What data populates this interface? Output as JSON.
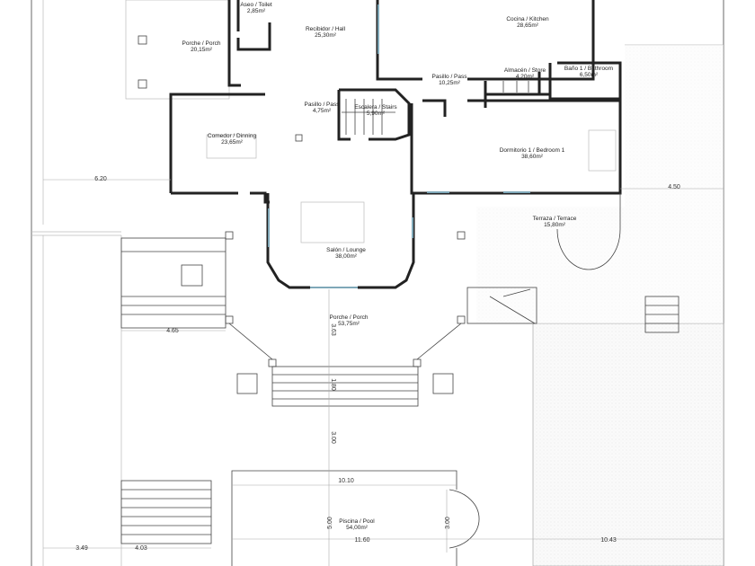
{
  "rooms": [
    {
      "id": "toilet",
      "name": "Aseo / Toilet",
      "area": "2,85m²"
    },
    {
      "id": "hall",
      "name": "Recibidor / Hall",
      "area": "25,30m²"
    },
    {
      "id": "kitchen",
      "name": "Cocina / Kitchen",
      "area": "28,65m²"
    },
    {
      "id": "porch-front",
      "name": "Porche / Porch",
      "area": "20,15m²"
    },
    {
      "id": "pass",
      "name": "Pasillo / Pass",
      "area": "10,25m²"
    },
    {
      "id": "store",
      "name": "Almacén / Store",
      "area": "4,20m²"
    },
    {
      "id": "bathroom",
      "name": "Baño 1 / Bathroom",
      "area": "6,50m²"
    },
    {
      "id": "pass-2",
      "name": "Pasillo / Pass",
      "area": "4,75m²"
    },
    {
      "id": "stairs",
      "name": "Escalera / Stairs",
      "area": "5,90m²"
    },
    {
      "id": "dining",
      "name": "Comedor / Dinning",
      "area": "23,65m²"
    },
    {
      "id": "bedroom",
      "name": "Dormitorio 1 / Bedroom 1",
      "area": "38,60m²"
    },
    {
      "id": "terrace",
      "name": "Terraza / Terrace",
      "area": "15,80m²"
    },
    {
      "id": "lounge",
      "name": "Salón / Lounge",
      "area": "38,00m²"
    },
    {
      "id": "porch-back",
      "name": "Porche / Porch",
      "area": "53,75m²"
    },
    {
      "id": "pool",
      "name": "Piscina / Pool",
      "area": "54,00m²"
    }
  ],
  "dimensions": {
    "d620": "6.20",
    "d450": "4.50",
    "d465": "4.65",
    "d363": "3.63",
    "d180": "1.80",
    "d300a": "3.00",
    "d1010": "10.10",
    "d1160": "11.60",
    "d300b": "3.00",
    "d500": "5.00",
    "d349": "3.49",
    "d403": "4.03",
    "d1043": "10.43"
  },
  "colors": {
    "wall": "#222222",
    "window": "#7fa8b8"
  }
}
